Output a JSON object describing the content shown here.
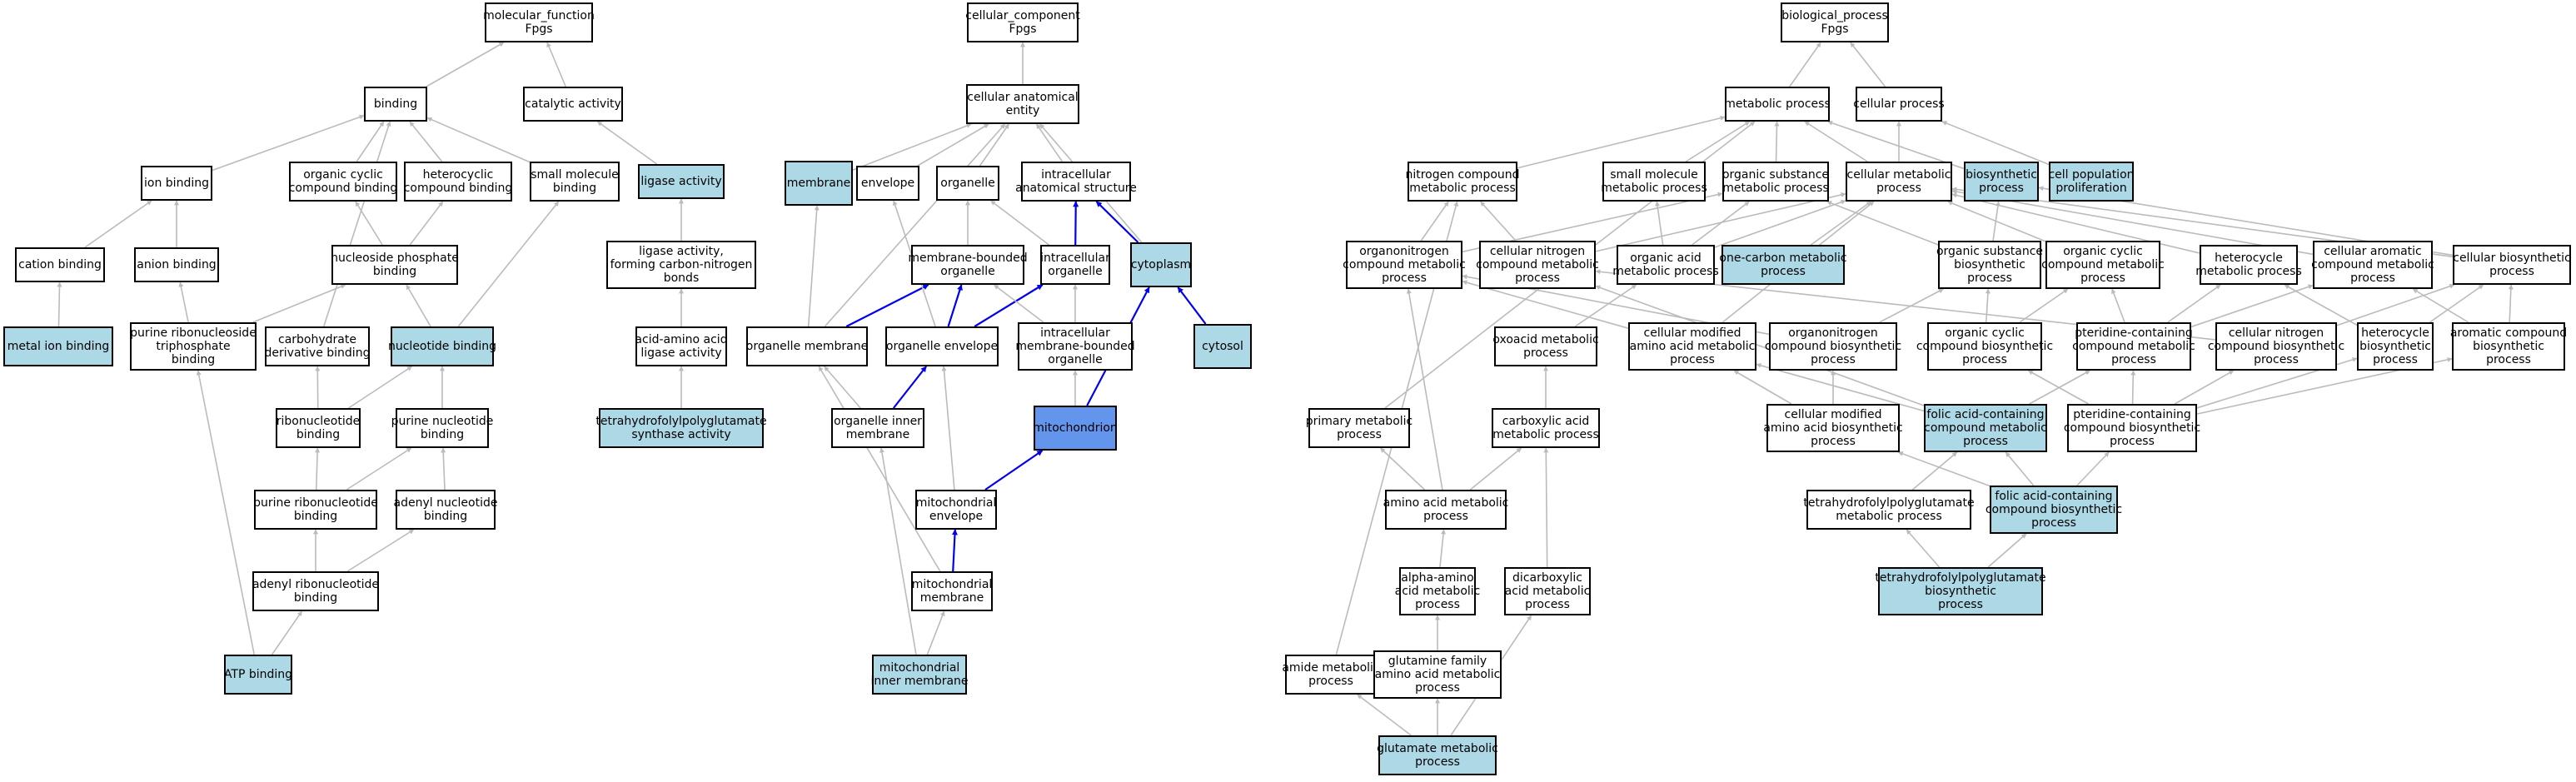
{
  "colors": {
    "highlight": "#add8e6",
    "selected": "#6495ed",
    "plain": "#ffffff",
    "edge_gray": "#bbbbbb",
    "edge_blue": "#0000ee"
  },
  "nodes": [
    {
      "id": "mf",
      "lines": [
        "molecular_function",
        "Fpgs"
      ],
      "fill": "plain"
    },
    {
      "id": "binding",
      "lines": [
        "binding"
      ],
      "fill": "plain"
    },
    {
      "id": "catalytic",
      "lines": [
        "catalytic activity"
      ],
      "fill": "plain"
    },
    {
      "id": "ionbinding",
      "lines": [
        "ion binding"
      ],
      "fill": "plain"
    },
    {
      "id": "orgcyc",
      "lines": [
        "organic cyclic",
        "compound binding"
      ],
      "fill": "plain"
    },
    {
      "id": "hetcyc",
      "lines": [
        "heterocyclic",
        "compound binding"
      ],
      "fill": "plain"
    },
    {
      "id": "smallmol",
      "lines": [
        "small molecule",
        "binding"
      ],
      "fill": "plain"
    },
    {
      "id": "ligase",
      "lines": [
        "ligase activity"
      ],
      "fill": "highlight"
    },
    {
      "id": "cation",
      "lines": [
        "cation binding"
      ],
      "fill": "plain"
    },
    {
      "id": "anion",
      "lines": [
        "anion binding"
      ],
      "fill": "plain"
    },
    {
      "id": "nucphos",
      "lines": [
        "nucleoside phosphate",
        "binding"
      ],
      "fill": "plain"
    },
    {
      "id": "ligcn",
      "lines": [
        "ligase activity,",
        "forming carbon-nitrogen",
        "bonds"
      ],
      "fill": "plain"
    },
    {
      "id": "metalion",
      "lines": [
        "metal ion binding"
      ],
      "fill": "highlight"
    },
    {
      "id": "purribotri",
      "lines": [
        "purine ribonucleoside",
        "triphosphate",
        "binding"
      ],
      "fill": "plain"
    },
    {
      "id": "carbo",
      "lines": [
        "carbohydrate",
        "derivative binding"
      ],
      "fill": "plain"
    },
    {
      "id": "nucbind",
      "lines": [
        "nucleotide binding"
      ],
      "fill": "highlight"
    },
    {
      "id": "acidamino",
      "lines": [
        "acid-amino acid",
        "ligase activity"
      ],
      "fill": "plain"
    },
    {
      "id": "ribonuc",
      "lines": [
        "ribonucleotide",
        "binding"
      ],
      "fill": "plain"
    },
    {
      "id": "purnuc",
      "lines": [
        "purine nucleotide",
        "binding"
      ],
      "fill": "plain"
    },
    {
      "id": "thfsynth",
      "lines": [
        "tetrahydrofolylpolyglutamate",
        "synthase activity"
      ],
      "fill": "highlight"
    },
    {
      "id": "purribonuc",
      "lines": [
        "purine ribonucleotide",
        "binding"
      ],
      "fill": "plain"
    },
    {
      "id": "adenylnuc",
      "lines": [
        "adenyl nucleotide",
        "binding"
      ],
      "fill": "plain"
    },
    {
      "id": "adenylribo",
      "lines": [
        "adenyl ribonucleotide",
        "binding"
      ],
      "fill": "plain"
    },
    {
      "id": "atp",
      "lines": [
        "ATP binding"
      ],
      "fill": "highlight"
    },
    {
      "id": "cc",
      "lines": [
        "cellular_component",
        "Fpgs"
      ],
      "fill": "plain"
    },
    {
      "id": "cae",
      "lines": [
        "cellular anatomical",
        "entity"
      ],
      "fill": "plain"
    },
    {
      "id": "membrane",
      "lines": [
        "membrane"
      ],
      "fill": "highlight"
    },
    {
      "id": "envelope",
      "lines": [
        "envelope"
      ],
      "fill": "plain"
    },
    {
      "id": "organelle",
      "lines": [
        "organelle"
      ],
      "fill": "plain"
    },
    {
      "id": "intracell",
      "lines": [
        "intracellular",
        "anatomical structure"
      ],
      "fill": "plain"
    },
    {
      "id": "mbo",
      "lines": [
        "membrane-bounded",
        "organelle"
      ],
      "fill": "plain"
    },
    {
      "id": "intorg",
      "lines": [
        "intracellular",
        "organelle"
      ],
      "fill": "plain"
    },
    {
      "id": "cytoplasm",
      "lines": [
        "cytoplasm"
      ],
      "fill": "highlight"
    },
    {
      "id": "orgmem",
      "lines": [
        "organelle membrane"
      ],
      "fill": "plain"
    },
    {
      "id": "orgenv",
      "lines": [
        "organelle envelope"
      ],
      "fill": "plain"
    },
    {
      "id": "intmbo",
      "lines": [
        "intracellular",
        "membrane-bounded",
        "organelle"
      ],
      "fill": "plain"
    },
    {
      "id": "cytosol",
      "lines": [
        "cytosol"
      ],
      "fill": "highlight"
    },
    {
      "id": "orginner",
      "lines": [
        "organelle inner",
        "membrane"
      ],
      "fill": "plain"
    },
    {
      "id": "mito",
      "lines": [
        "mitochondrion"
      ],
      "fill": "selected"
    },
    {
      "id": "mitoenv",
      "lines": [
        "mitochondrial",
        "envelope"
      ],
      "fill": "plain"
    },
    {
      "id": "mitomem",
      "lines": [
        "mitochondrial",
        "membrane"
      ],
      "fill": "plain"
    },
    {
      "id": "mitoinner",
      "lines": [
        "mitochondrial",
        "inner membrane"
      ],
      "fill": "highlight"
    },
    {
      "id": "bp",
      "lines": [
        "biological_process",
        "Fpgs"
      ],
      "fill": "plain"
    },
    {
      "id": "metab",
      "lines": [
        "metabolic process"
      ],
      "fill": "plain"
    },
    {
      "id": "cellproc",
      "lines": [
        "cellular process"
      ],
      "fill": "plain"
    },
    {
      "id": "nitro",
      "lines": [
        "nitrogen compound",
        "metabolic process"
      ],
      "fill": "plain"
    },
    {
      "id": "smallmolmet",
      "lines": [
        "small molecule",
        "metabolic process"
      ],
      "fill": "plain"
    },
    {
      "id": "orgsubmet",
      "lines": [
        "organic substance",
        "metabolic process"
      ],
      "fill": "plain"
    },
    {
      "id": "cellmet",
      "lines": [
        "cellular metabolic",
        "process"
      ],
      "fill": "plain"
    },
    {
      "id": "biosyn",
      "lines": [
        "biosynthetic",
        "process"
      ],
      "fill": "highlight"
    },
    {
      "id": "cellpop",
      "lines": [
        "cell population",
        "proliferation"
      ],
      "fill": "highlight"
    },
    {
      "id": "orgnitromet",
      "lines": [
        "organonitrogen",
        "compound metabolic",
        "process"
      ],
      "fill": "plain"
    },
    {
      "id": "cellnitromet",
      "lines": [
        "cellular nitrogen",
        "compound metabolic",
        "process"
      ],
      "fill": "plain"
    },
    {
      "id": "orgacid",
      "lines": [
        "organic acid",
        "metabolic process"
      ],
      "fill": "plain"
    },
    {
      "id": "onecarbon",
      "lines": [
        "one-carbon metabolic",
        "process"
      ],
      "fill": "highlight"
    },
    {
      "id": "orgsubbio",
      "lines": [
        "organic substance",
        "biosynthetic",
        "process"
      ],
      "fill": "plain"
    },
    {
      "id": "orgcycmet",
      "lines": [
        "organic cyclic",
        "compound metabolic",
        "process"
      ],
      "fill": "plain"
    },
    {
      "id": "hetmet",
      "lines": [
        "heterocycle",
        "metabolic process"
      ],
      "fill": "plain"
    },
    {
      "id": "cellaromet",
      "lines": [
        "cellular aromatic",
        "compound metabolic",
        "process"
      ],
      "fill": "plain"
    },
    {
      "id": "cellbio",
      "lines": [
        "cellular biosynthetic",
        "process"
      ],
      "fill": "plain"
    },
    {
      "id": "oxoacid",
      "lines": [
        "oxoacid metabolic",
        "process"
      ],
      "fill": "plain"
    },
    {
      "id": "cellmodaa",
      "lines": [
        "cellular modified",
        "amino acid metabolic",
        "process"
      ],
      "fill": "plain"
    },
    {
      "id": "orgnitrobio",
      "lines": [
        "organonitrogen",
        "compound biosynthetic",
        "process"
      ],
      "fill": "plain"
    },
    {
      "id": "orgcycbio",
      "lines": [
        "organic cyclic",
        "compound biosynthetic",
        "process"
      ],
      "fill": "plain"
    },
    {
      "id": "pteridmet",
      "lines": [
        "pteridine-containing",
        "compound metabolic",
        "process"
      ],
      "fill": "plain"
    },
    {
      "id": "cellnitrobio",
      "lines": [
        "cellular nitrogen",
        "compound biosynthetic",
        "process"
      ],
      "fill": "plain"
    },
    {
      "id": "hetbio",
      "lines": [
        "heterocycle",
        "biosynthetic",
        "process"
      ],
      "fill": "plain"
    },
    {
      "id": "arobio",
      "lines": [
        "aromatic compound",
        "biosynthetic",
        "process"
      ],
      "fill": "plain"
    },
    {
      "id": "primary",
      "lines": [
        "primary metabolic",
        "process"
      ],
      "fill": "plain"
    },
    {
      "id": "carbox",
      "lines": [
        "carboxylic acid",
        "metabolic process"
      ],
      "fill": "plain"
    },
    {
      "id": "cellmodaabio",
      "lines": [
        "cellular modified",
        "amino acid biosynthetic",
        "process"
      ],
      "fill": "plain"
    },
    {
      "id": "folmet",
      "lines": [
        "folic acid-containing",
        "compound metabolic",
        "process"
      ],
      "fill": "highlight"
    },
    {
      "id": "pteridbio",
      "lines": [
        "pteridine-containing",
        "compound biosynthetic",
        "process"
      ],
      "fill": "plain"
    },
    {
      "id": "aamet",
      "lines": [
        "amino acid metabolic",
        "process"
      ],
      "fill": "plain"
    },
    {
      "id": "thfmet",
      "lines": [
        "tetrahydrofolylpolyglutamate",
        "metabolic process"
      ],
      "fill": "plain"
    },
    {
      "id": "folbio",
      "lines": [
        "folic acid-containing",
        "compound biosynthetic",
        "process"
      ],
      "fill": "highlight"
    },
    {
      "id": "alphaaa",
      "lines": [
        "alpha-amino",
        "acid metabolic",
        "process"
      ],
      "fill": "plain"
    },
    {
      "id": "dicarb",
      "lines": [
        "dicarboxylic",
        "acid metabolic",
        "process"
      ],
      "fill": "plain"
    },
    {
      "id": "thfbio",
      "lines": [
        "tetrahydrofolylpolyglutamate",
        "biosynthetic",
        "process"
      ],
      "fill": "highlight"
    },
    {
      "id": "amide",
      "lines": [
        "amide metabolic",
        "process"
      ],
      "fill": "plain"
    },
    {
      "id": "glnfam",
      "lines": [
        "glutamine family",
        "amino acid metabolic",
        "process"
      ],
      "fill": "plain"
    },
    {
      "id": "glu",
      "lines": [
        "glutamate metabolic",
        "process"
      ],
      "fill": "highlight"
    }
  ],
  "edges": [
    [
      "binding",
      "mf",
      "gray"
    ],
    [
      "catalytic",
      "mf",
      "gray"
    ],
    [
      "ionbinding",
      "binding",
      "gray"
    ],
    [
      "orgcyc",
      "binding",
      "gray"
    ],
    [
      "hetcyc",
      "binding",
      "gray"
    ],
    [
      "smallmol",
      "binding",
      "gray"
    ],
    [
      "carbo",
      "binding",
      "gray"
    ],
    [
      "ligase",
      "catalytic",
      "gray"
    ],
    [
      "cation",
      "ionbinding",
      "gray"
    ],
    [
      "anion",
      "ionbinding",
      "gray"
    ],
    [
      "nucphos",
      "orgcyc",
      "gray"
    ],
    [
      "nucphos",
      "hetcyc",
      "gray"
    ],
    [
      "ligcn",
      "ligase",
      "gray"
    ],
    [
      "metalion",
      "cation",
      "gray"
    ],
    [
      "purribotri",
      "anion",
      "gray"
    ],
    [
      "purribotri",
      "nucphos",
      "gray"
    ],
    [
      "nucbind",
      "nucphos",
      "gray"
    ],
    [
      "nucbind",
      "smallmol",
      "gray"
    ],
    [
      "acidamino",
      "ligcn",
      "gray"
    ],
    [
      "ribonuc",
      "carbo",
      "gray"
    ],
    [
      "ribonuc",
      "nucbind",
      "gray"
    ],
    [
      "purnuc",
      "nucbind",
      "gray"
    ],
    [
      "thfsynth",
      "acidamino",
      "gray"
    ],
    [
      "purribonuc",
      "ribonuc",
      "gray"
    ],
    [
      "purribonuc",
      "purnuc",
      "gray"
    ],
    [
      "adenylnuc",
      "purnuc",
      "gray"
    ],
    [
      "adenylribo",
      "purribonuc",
      "gray"
    ],
    [
      "adenylribo",
      "adenylnuc",
      "gray"
    ],
    [
      "atp",
      "adenylribo",
      "gray"
    ],
    [
      "atp",
      "purribotri",
      "gray"
    ],
    [
      "cae",
      "cc",
      "gray"
    ],
    [
      "membrane",
      "cae",
      "gray"
    ],
    [
      "envelope",
      "cae",
      "gray"
    ],
    [
      "organelle",
      "cae",
      "gray"
    ],
    [
      "intracell",
      "cae",
      "gray"
    ],
    [
      "cytoplasm",
      "cae",
      "gray"
    ],
    [
      "orgmem",
      "cae",
      "gray"
    ],
    [
      "mbo",
      "organelle",
      "gray"
    ],
    [
      "intorg",
      "organelle",
      "gray"
    ],
    [
      "intorg",
      "intracell",
      "blue"
    ],
    [
      "cytoplasm",
      "intracell",
      "blue"
    ],
    [
      "orgmem",
      "membrane",
      "gray"
    ],
    [
      "orgmem",
      "mbo",
      "blue"
    ],
    [
      "orgenv",
      "envelope",
      "gray"
    ],
    [
      "orgenv",
      "mbo",
      "blue"
    ],
    [
      "orgenv",
      "intorg",
      "blue"
    ],
    [
      "intmbo",
      "mbo",
      "gray"
    ],
    [
      "intmbo",
      "intorg",
      "gray"
    ],
    [
      "cytosol",
      "cytoplasm",
      "blue"
    ],
    [
      "mito",
      "cytoplasm",
      "blue"
    ],
    [
      "mito",
      "intmbo",
      "gray"
    ],
    [
      "orginner",
      "orgmem",
      "gray"
    ],
    [
      "orginner",
      "orgenv",
      "blue"
    ],
    [
      "mitoenv",
      "orgenv",
      "gray"
    ],
    [
      "mitoenv",
      "mito",
      "blue"
    ],
    [
      "mitomem",
      "mitoenv",
      "blue"
    ],
    [
      "mitomem",
      "orgmem",
      "gray"
    ],
    [
      "mitoinner",
      "mitomem",
      "gray"
    ],
    [
      "mitoinner",
      "orginner",
      "gray"
    ],
    [
      "metab",
      "bp",
      "gray"
    ],
    [
      "cellproc",
      "bp",
      "gray"
    ],
    [
      "nitro",
      "metab",
      "gray"
    ],
    [
      "smallmolmet",
      "metab",
      "gray"
    ],
    [
      "orgsubmet",
      "metab",
      "gray"
    ],
    [
      "cellmet",
      "metab",
      "gray"
    ],
    [
      "cellmet",
      "cellproc",
      "gray"
    ],
    [
      "biosyn",
      "metab",
      "gray"
    ],
    [
      "cellpop",
      "cellproc",
      "gray"
    ],
    [
      "orgnitromet",
      "nitro",
      "gray"
    ],
    [
      "orgnitromet",
      "orgsubmet",
      "gray"
    ],
    [
      "cellnitromet",
      "nitro",
      "gray"
    ],
    [
      "cellnitromet",
      "cellmet",
      "gray"
    ],
    [
      "orgacid",
      "orgsubmet",
      "gray"
    ],
    [
      "orgacid",
      "cellmet",
      "gray"
    ],
    [
      "orgacid",
      "smallmolmet",
      "gray"
    ],
    [
      "onecarbon",
      "cellmet",
      "gray"
    ],
    [
      "orgsubbio",
      "orgsubmet",
      "gray"
    ],
    [
      "orgsubbio",
      "biosyn",
      "gray"
    ],
    [
      "orgcycmet",
      "cellmet",
      "gray"
    ],
    [
      "hetmet",
      "cellmet",
      "gray"
    ],
    [
      "cellaromet",
      "cellmet",
      "gray"
    ],
    [
      "cellbio",
      "cellmet",
      "gray"
    ],
    [
      "cellbio",
      "biosyn",
      "gray"
    ],
    [
      "oxoacid",
      "orgacid",
      "gray"
    ],
    [
      "cellmodaa",
      "cellmet",
      "gray"
    ],
    [
      "cellmodaa",
      "orgnitromet",
      "gray"
    ],
    [
      "orgnitrobio",
      "orgnitromet",
      "gray"
    ],
    [
      "orgnitrobio",
      "orgsubbio",
      "gray"
    ],
    [
      "orgcycbio",
      "orgcycmet",
      "gray"
    ],
    [
      "orgcycbio",
      "orgsubbio",
      "gray"
    ],
    [
      "pteridmet",
      "orgcycmet",
      "gray"
    ],
    [
      "pteridmet",
      "hetmet",
      "gray"
    ],
    [
      "pteridmet",
      "cellaromet",
      "gray"
    ],
    [
      "cellnitrobio",
      "cellnitromet",
      "gray"
    ],
    [
      "cellnitrobio",
      "cellbio",
      "gray"
    ],
    [
      "hetbio",
      "hetmet",
      "gray"
    ],
    [
      "hetbio",
      "cellbio",
      "gray"
    ],
    [
      "arobio",
      "cellaromet",
      "gray"
    ],
    [
      "arobio",
      "cellbio",
      "gray"
    ],
    [
      "primary",
      "metab",
      "gray"
    ],
    [
      "carbox",
      "oxoacid",
      "gray"
    ],
    [
      "cellmodaabio",
      "cellmodaa",
      "gray"
    ],
    [
      "cellmodaabio",
      "orgnitrobio",
      "gray"
    ],
    [
      "folmet",
      "cellmodaa",
      "gray"
    ],
    [
      "folmet",
      "pteridmet",
      "gray"
    ],
    [
      "folmet",
      "cellnitromet",
      "gray"
    ],
    [
      "pteridbio",
      "pteridmet",
      "gray"
    ],
    [
      "pteridbio",
      "orgcycbio",
      "gray"
    ],
    [
      "pteridbio",
      "hetbio",
      "gray"
    ],
    [
      "pteridbio",
      "cellnitrobio",
      "gray"
    ],
    [
      "pteridbio",
      "arobio",
      "gray"
    ],
    [
      "aamet",
      "carbox",
      "gray"
    ],
    [
      "aamet",
      "primary",
      "gray"
    ],
    [
      "aamet",
      "orgnitromet",
      "gray"
    ],
    [
      "thfmet",
      "folmet",
      "gray"
    ],
    [
      "folbio",
      "folmet",
      "gray"
    ],
    [
      "folbio",
      "cellmodaabio",
      "gray"
    ],
    [
      "folbio",
      "pteridbio",
      "gray"
    ],
    [
      "alphaaa",
      "aamet",
      "gray"
    ],
    [
      "dicarb",
      "carbox",
      "gray"
    ],
    [
      "thfbio",
      "thfmet",
      "gray"
    ],
    [
      "thfbio",
      "folbio",
      "gray"
    ],
    [
      "amide",
      "nitro",
      "gray"
    ],
    [
      "glnfam",
      "alphaaa",
      "gray"
    ],
    [
      "glu",
      "glnfam",
      "gray"
    ],
    [
      "glu",
      "dicarb",
      "gray"
    ],
    [
      "glu",
      "amide",
      "gray"
    ]
  ]
}
